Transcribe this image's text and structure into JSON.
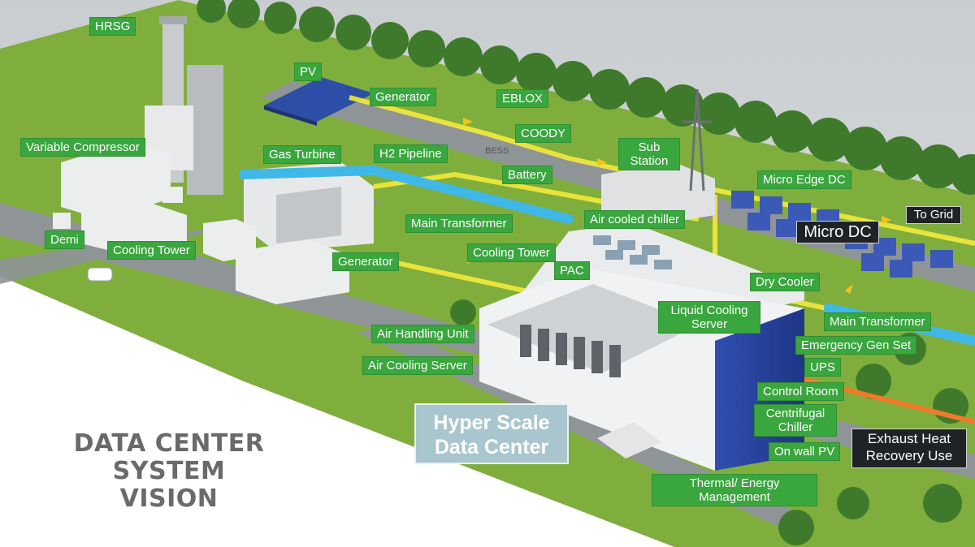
{
  "labels": {
    "hrsg": "HRSG",
    "pv": "PV",
    "generator_top": "Generator",
    "eblox": "EBLOX",
    "coody": "COODY",
    "variable_compressor": "Variable Compressor",
    "gas_turbine": "Gas Turbine",
    "h2_pipeline": "H2 Pipeline",
    "battery": "Battery",
    "sub_station": "Sub Station",
    "micro_edge_dc": "Micro Edge DC",
    "main_transformer_left": "Main Transformer",
    "air_cooled_chiller": "Air cooled chiller",
    "demi": "Demi",
    "cooling_tower_left": "Cooling Tower",
    "generator_bottom": "Generator",
    "cooling_tower_center": "Cooling Tower",
    "pac": "PAC",
    "dry_cooler": "Dry Cooler",
    "liquid_cooling_server": "Liquid Cooling Server",
    "main_transformer_right": "Main Transformer",
    "air_handling_unit": "Air Handling Unit",
    "emergency_gen_set": "Emergency Gen Set",
    "air_cooling_server": "Air Cooling Server",
    "ups": "UPS",
    "control_room": "Control Room",
    "centrifugal_chiller": "Centrifugal Chiller",
    "on_wall_pv": "On wall PV",
    "thermal_energy_management": "Thermal/ Energy Management",
    "bess": "BESS"
  },
  "dark_labels": {
    "to_grid": "To Grid",
    "micro_dc": "Micro DC",
    "exhaust_heat_recovery": "Exhaust Heat Recovery Use"
  },
  "hyper_scale": {
    "line1": "Hyper Scale",
    "line2": "Data Center"
  },
  "title": {
    "line1": "DATA CENTER",
    "line2": "SYSTEM VISION"
  },
  "colors": {
    "label_green": "#3aa63e",
    "power_line_yellow": "#f5ea3a",
    "cooling_pipe_blue": "#3fb8e8",
    "heat_line_orange": "#f07a2a",
    "grass": "#7fae3c",
    "road": "#8f9497"
  }
}
